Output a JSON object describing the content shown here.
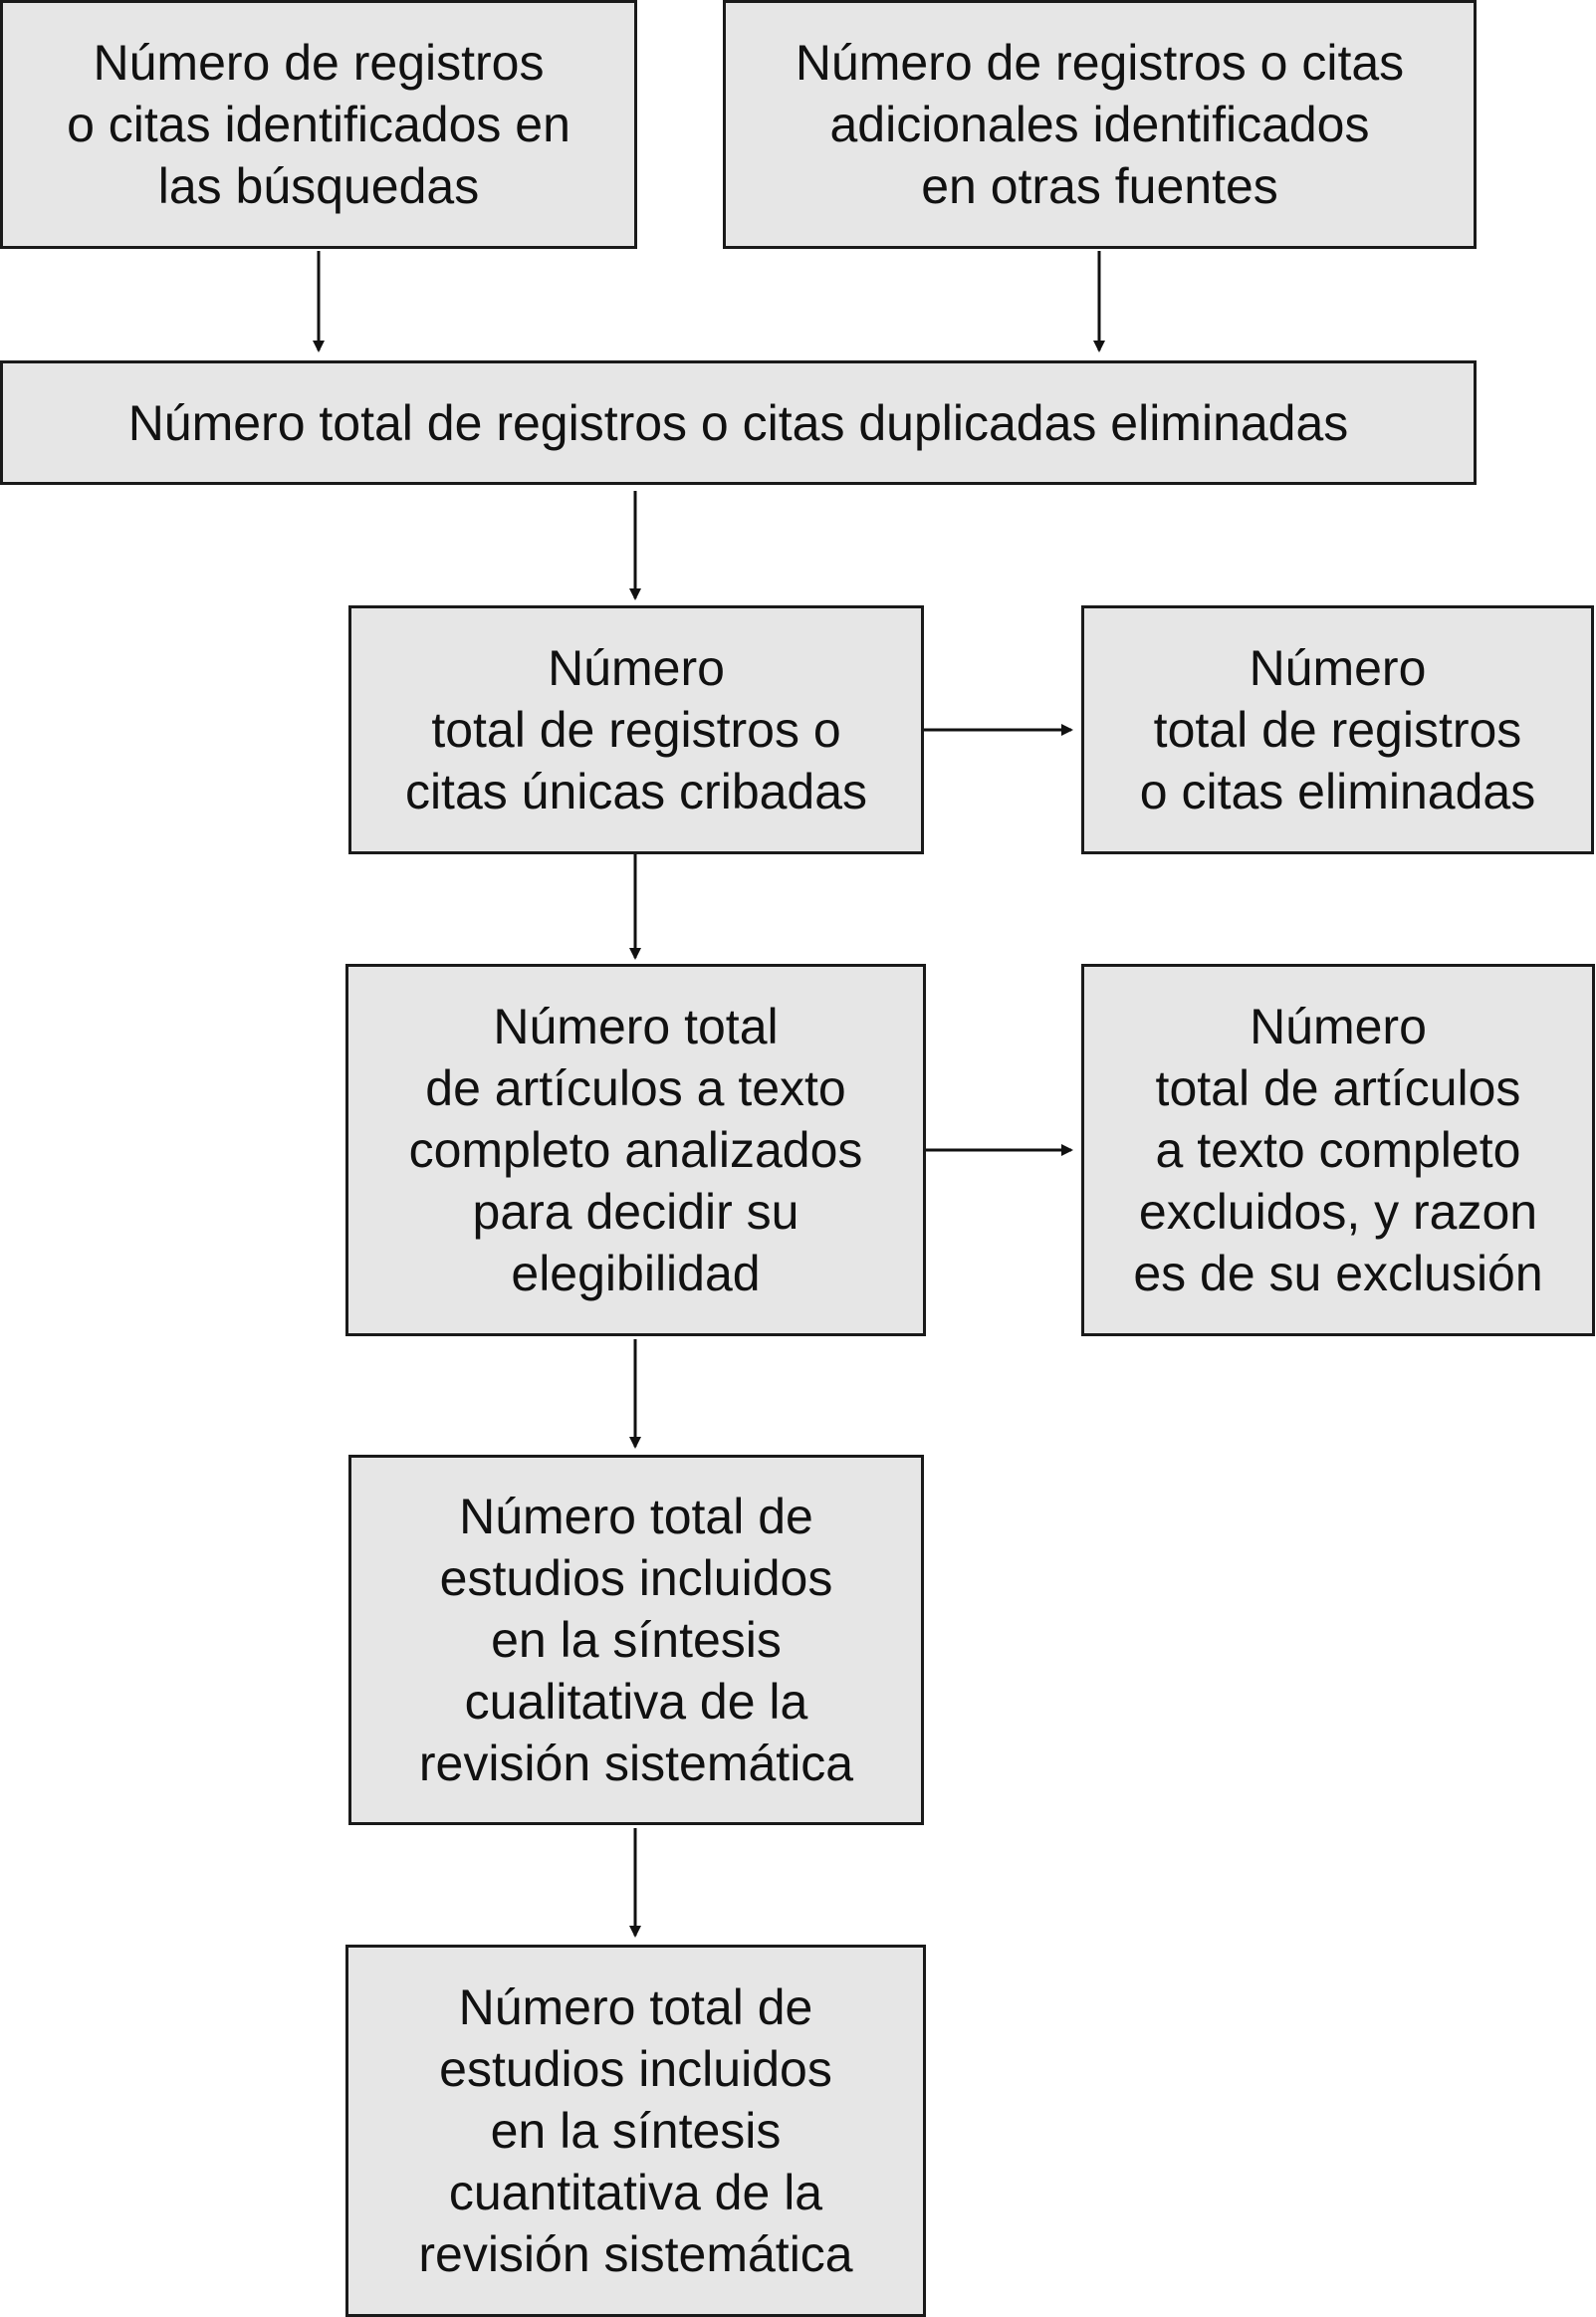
{
  "colors": {
    "box_fill": "#e6e6e6",
    "box_border": "#1a1a1a",
    "text": "#111111",
    "connector": "#111111"
  },
  "boxes": {
    "records_searches": "Número de registros\no citas identificados en\nlas búsquedas",
    "records_other_sources": "Número de registros o citas\nadicionales identificados\nen otras fuentes",
    "duplicates_removed": "Número total de registros o citas duplicadas eliminadas",
    "screened": "Número\ntotal de registros o\ncitas únicas cribadas",
    "excluded_records": "Número\ntotal de registros\no citas eliminadas",
    "fulltext_assessed": "Número total\nde artículos a texto\ncompleto analizados\npara decidir su\nelegibilidad",
    "fulltext_excluded": "Número\ntotal de artículos\na texto completo\nexcluidos, y razon\nes de su exclusión",
    "qualitative_synthesis": "Número total de\nestudios incluidos\nen la síntesis\ncualitativa de la\nrevisión sistemática",
    "quantitative_synthesis": "Número total de\nestudios incluidos\nen la síntesis\ncuantitativa de la\nrevisión sistemática"
  }
}
